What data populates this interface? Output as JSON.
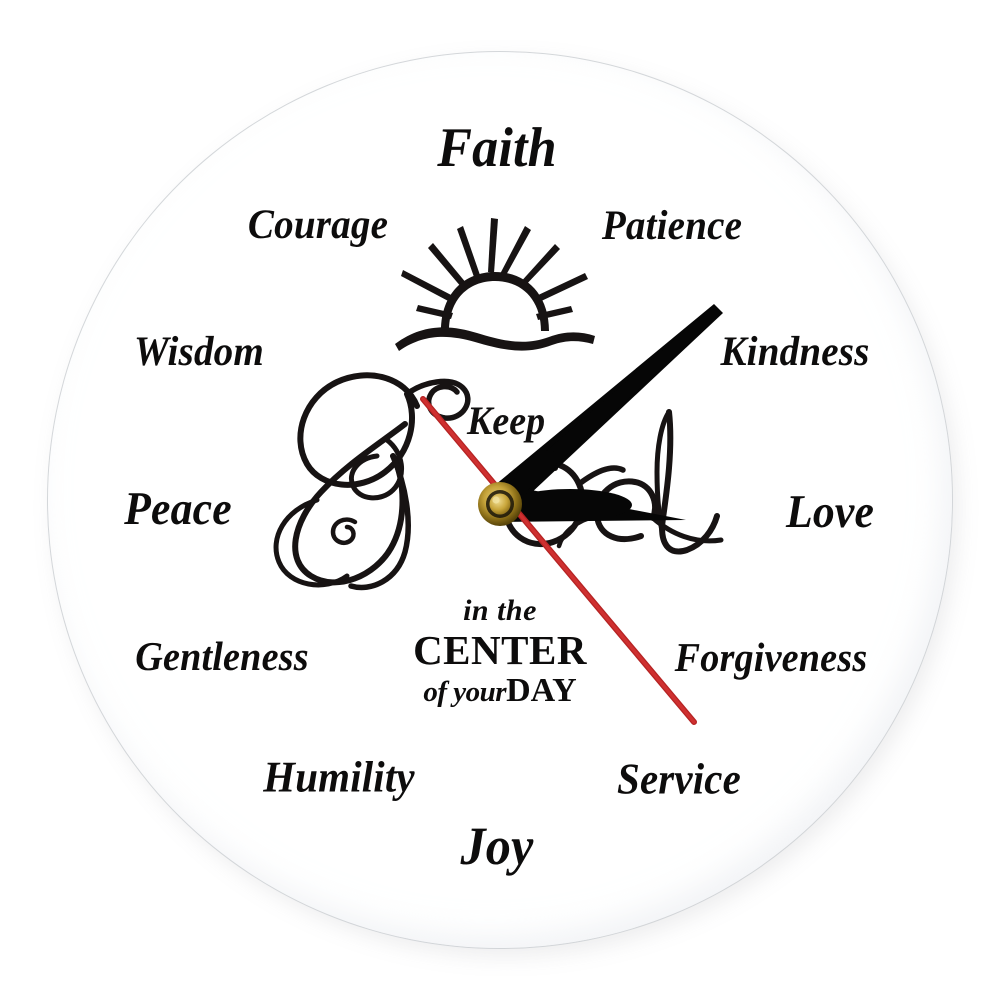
{
  "product": {
    "type": "wall-clock",
    "shape": "round",
    "face_color": "#ffffff",
    "text_color": "#0d0c0c"
  },
  "center_motto": {
    "keep": "Keep",
    "god": "God",
    "in_the": "in the",
    "center": "CENTER",
    "of_your": "of your",
    "day": "DAY"
  },
  "virtues": [
    {
      "label": "Faith",
      "position": "top"
    },
    {
      "label": "Courage",
      "position": "upper-left"
    },
    {
      "label": "Patience",
      "position": "upper-right"
    },
    {
      "label": "Wisdom",
      "position": "left-upper"
    },
    {
      "label": "Kindness",
      "position": "right-upper"
    },
    {
      "label": "Peace",
      "position": "left"
    },
    {
      "label": "Love",
      "position": "right"
    },
    {
      "label": "Gentleness",
      "position": "left-lower"
    },
    {
      "label": "Forgiveness",
      "position": "right-lower"
    },
    {
      "label": "Humility",
      "position": "lower-left"
    },
    {
      "label": "Service",
      "position": "lower-right"
    },
    {
      "label": "Joy",
      "position": "bottom"
    }
  ],
  "graphics": {
    "sunrise_icon": "sunrise-icon",
    "god_script_icon": "ornate-god-script"
  },
  "hands": {
    "hour": {
      "name": "hour-hand",
      "color": "#000000",
      "angle_deg": 93
    },
    "minute": {
      "name": "minute-hand",
      "color": "#000000",
      "angle_deg": 48
    },
    "second": {
      "name": "second-hand",
      "color": "#c62424",
      "angle_deg": 144
    },
    "hub": {
      "name": "clock-hub",
      "color": "#a98a28"
    }
  }
}
